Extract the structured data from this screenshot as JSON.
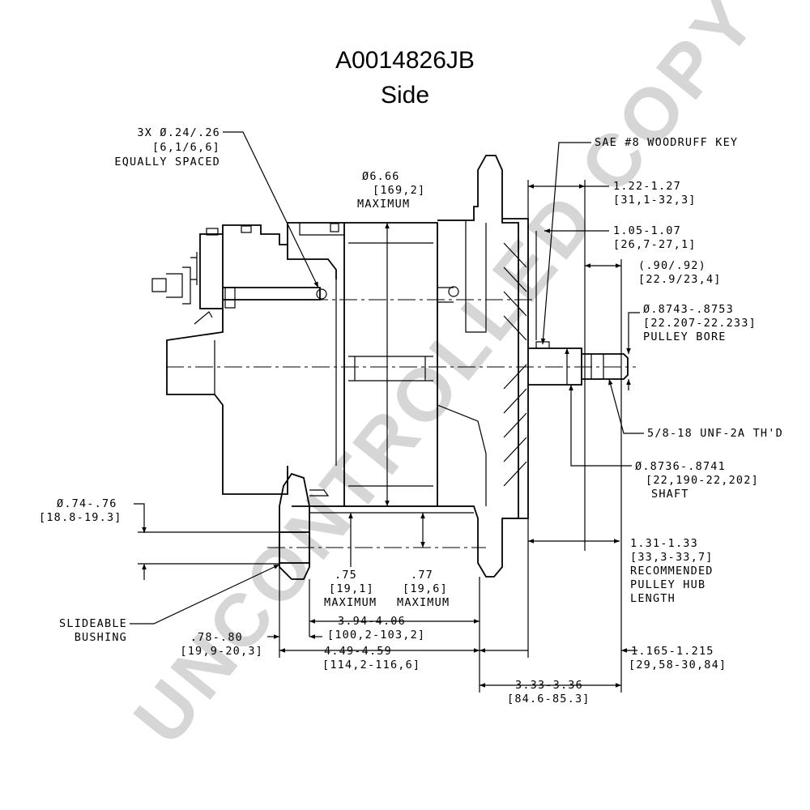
{
  "title": "A0014826JB",
  "view": "Side",
  "watermark": "UNCONTROLLED COPY",
  "callouts": {
    "holes": {
      "qty": "3X Ø.24/.26",
      "metric": "[6,1/6,6]",
      "note": "EQUALLY SPACED"
    },
    "diameter": {
      "value": "Ø6.66",
      "metric": "[169,2]",
      "note": "MAXIMUM"
    },
    "key": {
      "label": "SAE #8 WOODRUFF KEY"
    },
    "d_122": {
      "value": "1.22-1.27",
      "metric": "[31,1-32,3]"
    },
    "d_105": {
      "value": "1.05-1.07",
      "metric": "[26,7-27,1]"
    },
    "d_090": {
      "value": "(.90/.92)",
      "metric": "[22.9/23,4]"
    },
    "bore": {
      "value": "Ø.8743-.8753",
      "metric": "[22.207-22.233]",
      "note": "PULLEY BORE"
    },
    "thread": {
      "label": "5/8-18 UNF-2A TH'D"
    },
    "shaft": {
      "value": "Ø.8736-.8741",
      "metric": "[22,190-22,202]",
      "note": "SHAFT"
    },
    "bushing_dia": {
      "value": "Ø.74-.76",
      "metric": "[18.8-19.3]"
    },
    "d_075": {
      "value": ".75",
      "metric": "[19,1]",
      "note": "MAXIMUM"
    },
    "d_077": {
      "value": ".77",
      "metric": "[19,6]",
      "note": "MAXIMUM"
    },
    "hub": {
      "value": "1.31-1.33",
      "metric": "[33,3-33,7]",
      "note1": "RECOMMENDED",
      "note2": "PULLEY HUB",
      "note3": "LENGTH"
    },
    "bushing": {
      "label1": "SLIDEABLE",
      "label2": "BUSHING"
    },
    "d_078": {
      "value": ".78-.80",
      "metric": "[19,9-20,3]"
    },
    "d_394": {
      "value": "3.94-4.06",
      "metric": "[100,2-103,2]"
    },
    "d_449": {
      "value": "4.49-4.59",
      "metric": "[114,2-116,6]"
    },
    "d_1165": {
      "value": "1.165-1.215",
      "metric": "[29,58-30,84]"
    },
    "d_333": {
      "value": "3.33-3.36",
      "metric": "[84.6-85.3]"
    }
  }
}
